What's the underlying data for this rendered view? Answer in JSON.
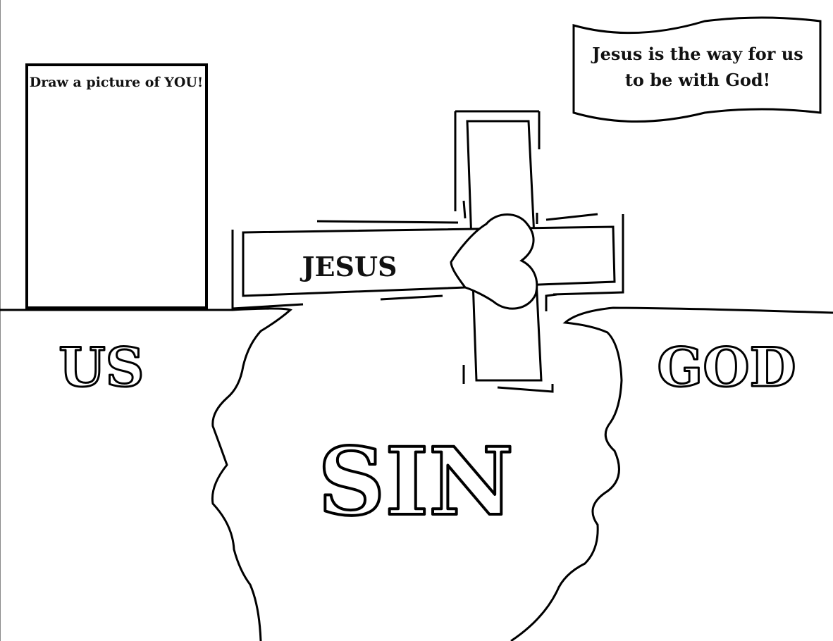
{
  "drawing_box": {
    "caption": "Draw a picture of YOU!"
  },
  "banner": {
    "text": "Jesus is the way for us to be with God!"
  },
  "cross": {
    "label": "JESUS"
  },
  "labels": {
    "us": "US",
    "god": "GOD",
    "sin": "SIN"
  }
}
